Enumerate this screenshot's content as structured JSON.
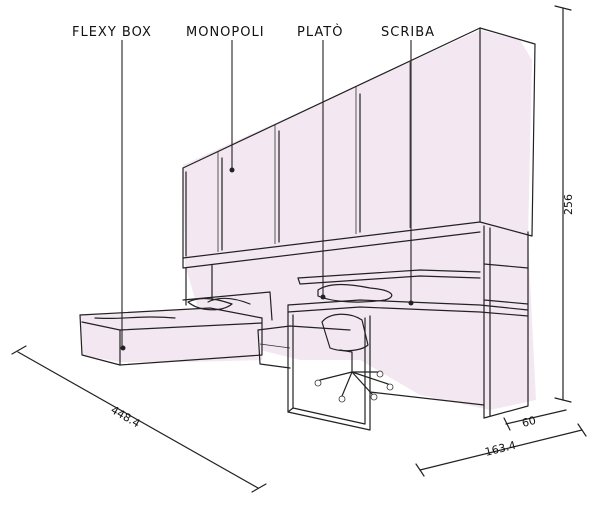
{
  "labels": {
    "flexy_box": "FLEXY BOX",
    "monopoli": "MONOPOLI",
    "plato": "PLATÒ",
    "scriba": "SCRIBA"
  },
  "dimensions": {
    "height": "256",
    "length": "448.4",
    "depth_total": "163.4",
    "depth_desk": "60"
  },
  "colors": {
    "wash": "#f3e8f1",
    "line": "#222222"
  }
}
